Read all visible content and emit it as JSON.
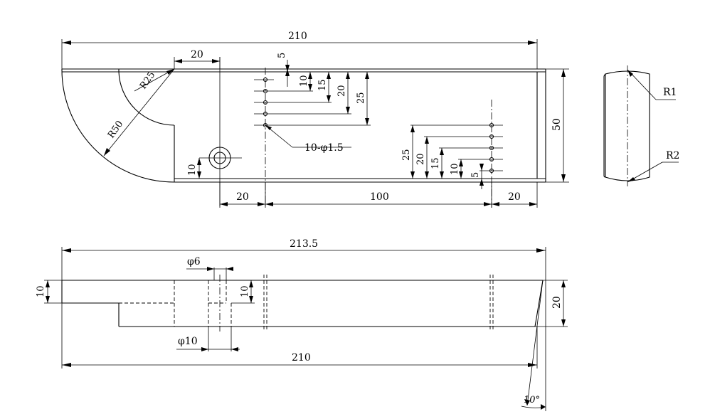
{
  "drawing": {
    "top_view": {
      "overall_length": "210",
      "slot_width": "20",
      "radius_small": "R25",
      "radius_large": "R50",
      "hole_offset": "10",
      "left_offset": "20",
      "middle_span": "100",
      "right_offset": "20",
      "height": "50",
      "holes_note": "10-φ1.5",
      "left_depths": [
        "5",
        "10",
        "15",
        "20",
        "25"
      ],
      "right_depths": [
        "25",
        "20",
        "15",
        "10",
        "5"
      ]
    },
    "side_view": {
      "edge_radius_top": "R1",
      "edge_radius_bottom": "R2"
    },
    "front_view": {
      "overall_length": "213.5",
      "bottom_length": "210",
      "step_height": "10",
      "bore_small": "φ6",
      "bore_large": "φ10",
      "bore_depth": "10",
      "thickness": "20",
      "bevel_angle": "10°"
    }
  }
}
